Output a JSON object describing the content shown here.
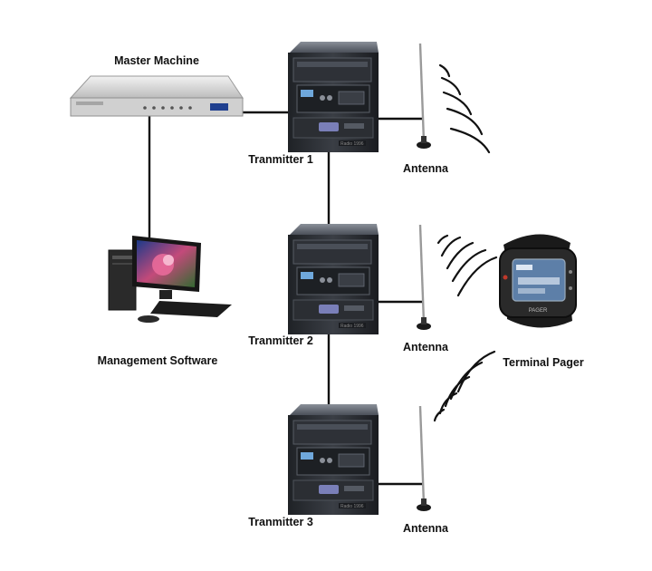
{
  "labels": {
    "master": "Master Machine",
    "management": "Management Software",
    "transmitter1": "Tranmitter 1",
    "transmitter2": "Tranmitter 2",
    "transmitter3": "Tranmitter 3",
    "antenna1": "Antenna",
    "antenna2": "Antenna",
    "antenna3": "Antenna",
    "pager": "Terminal Pager"
  },
  "device_text": {
    "transmitter_badge": "Radio 1996",
    "pager_brand": "PAGER"
  },
  "colors": {
    "line": "#111111",
    "transmitter_body": "#2a2d33",
    "transmitter_front": "#3b3f47",
    "rack": "#d9d9d9",
    "pager_screen": "#5d7fa8"
  },
  "icons": [
    "master-rack-icon",
    "computer-icon",
    "transmitter-icon",
    "antenna-icon",
    "signal-waves-icon",
    "pager-watch-icon"
  ]
}
